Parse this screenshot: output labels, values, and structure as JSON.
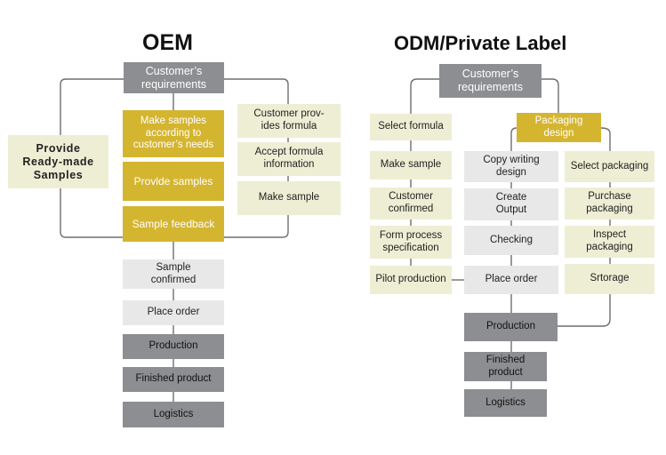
{
  "oem": {
    "title": "OEM",
    "customer_requirements": "Customer’s\nrequirements",
    "provide_ready_made": "Provide\nReady-made\nSamples",
    "make_samples": "Make samples\naccording to\ncustomer’s needs",
    "provide_samples": "Provlde samples",
    "sample_feedback": "Sample feedback",
    "customer_provides_formula": "Customer prov-\nides  formula",
    "accept_formula": "Accept formula\ninformation",
    "make_sample": "Make sample",
    "sample_confirmed": "Sample\nconfirmed",
    "place_order": "Place order",
    "production": "Production",
    "finished_product": "Finished product",
    "logistics": "Logistics"
  },
  "odm": {
    "title": "ODM/Private Label",
    "customer_requirements": "Customer’s\nrequirements",
    "select_formula": "Select formula",
    "make_sample": "Make sample",
    "customer_confirmed": "Customer\nconfirmed",
    "form_process": "Form process\nspecification",
    "pilot_production": "Pilot production",
    "packaging_design": "Packaging design",
    "copy_writing": "Copy writing\ndesign",
    "create_output": "Create\nOutput",
    "checking": "Checking",
    "place_order": "Place order",
    "select_packaging": "Select packaging",
    "purchase_packaging": "Purchase\npackaging",
    "inspect_packaging": "Inspect\npackaging",
    "storage": "Srtorage",
    "production": "Production",
    "finished_product": "Finished product",
    "logistics": "Logistics"
  },
  "colors": {
    "dark_gray": "#8d8e91",
    "light_gray": "#e8e8e8",
    "cream": "#eeeed5",
    "gold": "#d4b530",
    "connector": "#6e6e6e"
  }
}
